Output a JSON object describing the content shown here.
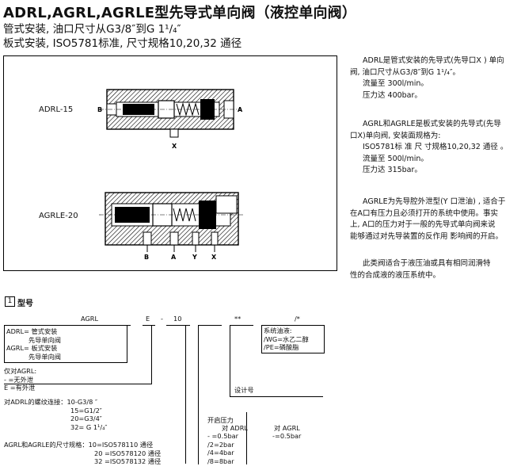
{
  "header": {
    "title": "ADRL,AGRL,AGRLE型先导式单向阀（液控单向阀）",
    "line1": "管式安装, 油口尺寸从G3/8″到G 1¹/₄″",
    "line2": "板式安装, ISO5781标准, 尺寸规格10,20,32 通径"
  },
  "figure": {
    "label_top": "ADRL-15",
    "label_bottom": "AGRLE-20",
    "top_ports": {
      "b": "B",
      "a": "A",
      "x": "X"
    },
    "bottom_ports": {
      "b": "B",
      "a": "A",
      "y": "Y",
      "x": "X"
    }
  },
  "description": {
    "p1": [
      "ADRL是管式安装的先导式(先导口X ) 单向",
      "阀, 油口尺寸从G3/8″到G 1¹/₄″。",
      "流量至 300l/min。",
      "压力达 400bar。"
    ],
    "p2": [
      "AGRL和AGRLE是板式安装的先导式(先导",
      "口X)单向阀, 安装面规格为:",
      "ISO5781标 准 尺 寸规格10,20,32 通径 。",
      "流量至 500l/min。",
      "压力达 315bar。"
    ],
    "p3": [
      "AGRLE为先导腔外泄型(Y 口泄油) , 适合于",
      "在A口有压力且必须打开的系统中使用。事实",
      "上, A口的压力对于一般的先导式单向阀来说",
      "能够通过对先导装置的反作用 影响阀的开启。"
    ],
    "p4": [
      "此类阀适合于液压油或具有相同润滑特",
      "性的合成液的液压系统中。"
    ]
  },
  "section": {
    "number": "1",
    "title": "型号"
  },
  "code": {
    "model": "AGRL",
    "e": "E",
    "dash": "-",
    "size": "10",
    "design": "**",
    "seal": "/*"
  },
  "boxes": {
    "model_box": [
      "ADRL= 管式安装",
      "先导单向阀",
      "AGRL= 板式安装",
      "先导单向阀"
    ],
    "seal_box": [
      "系统油液:",
      "/WG=水乙二醇",
      "/PE=磷酸脂"
    ]
  },
  "agrl_only": {
    "title": "仅对AGRL:",
    "items": [
      "- =无外泄",
      "E =有外泄"
    ]
  },
  "adrl_thread": {
    "title": "对ADRL的螺纹连接：",
    "items": [
      "10-G3/8 ″",
      "15=G1/2″",
      "20=G3/4″",
      "32= G 1¹/₄″"
    ]
  },
  "agr_size": {
    "title": "AGRL和AGRLE的尺寸规格：",
    "items": [
      "10=ISO578110  通径",
      "20 =ISO578120 通径",
      "32 =ISO578132 通径"
    ]
  },
  "design_no": "设计号",
  "opening": {
    "title": "开启压力",
    "adrl_head": "对 ADRL",
    "agrl_head": "对 AGRL",
    "adrl_items": [
      "- =0.5bar",
      "/2=2bar",
      "/4=4bar",
      "/8=8bar"
    ],
    "agrl_items": [
      "-=0.5bar"
    ]
  }
}
